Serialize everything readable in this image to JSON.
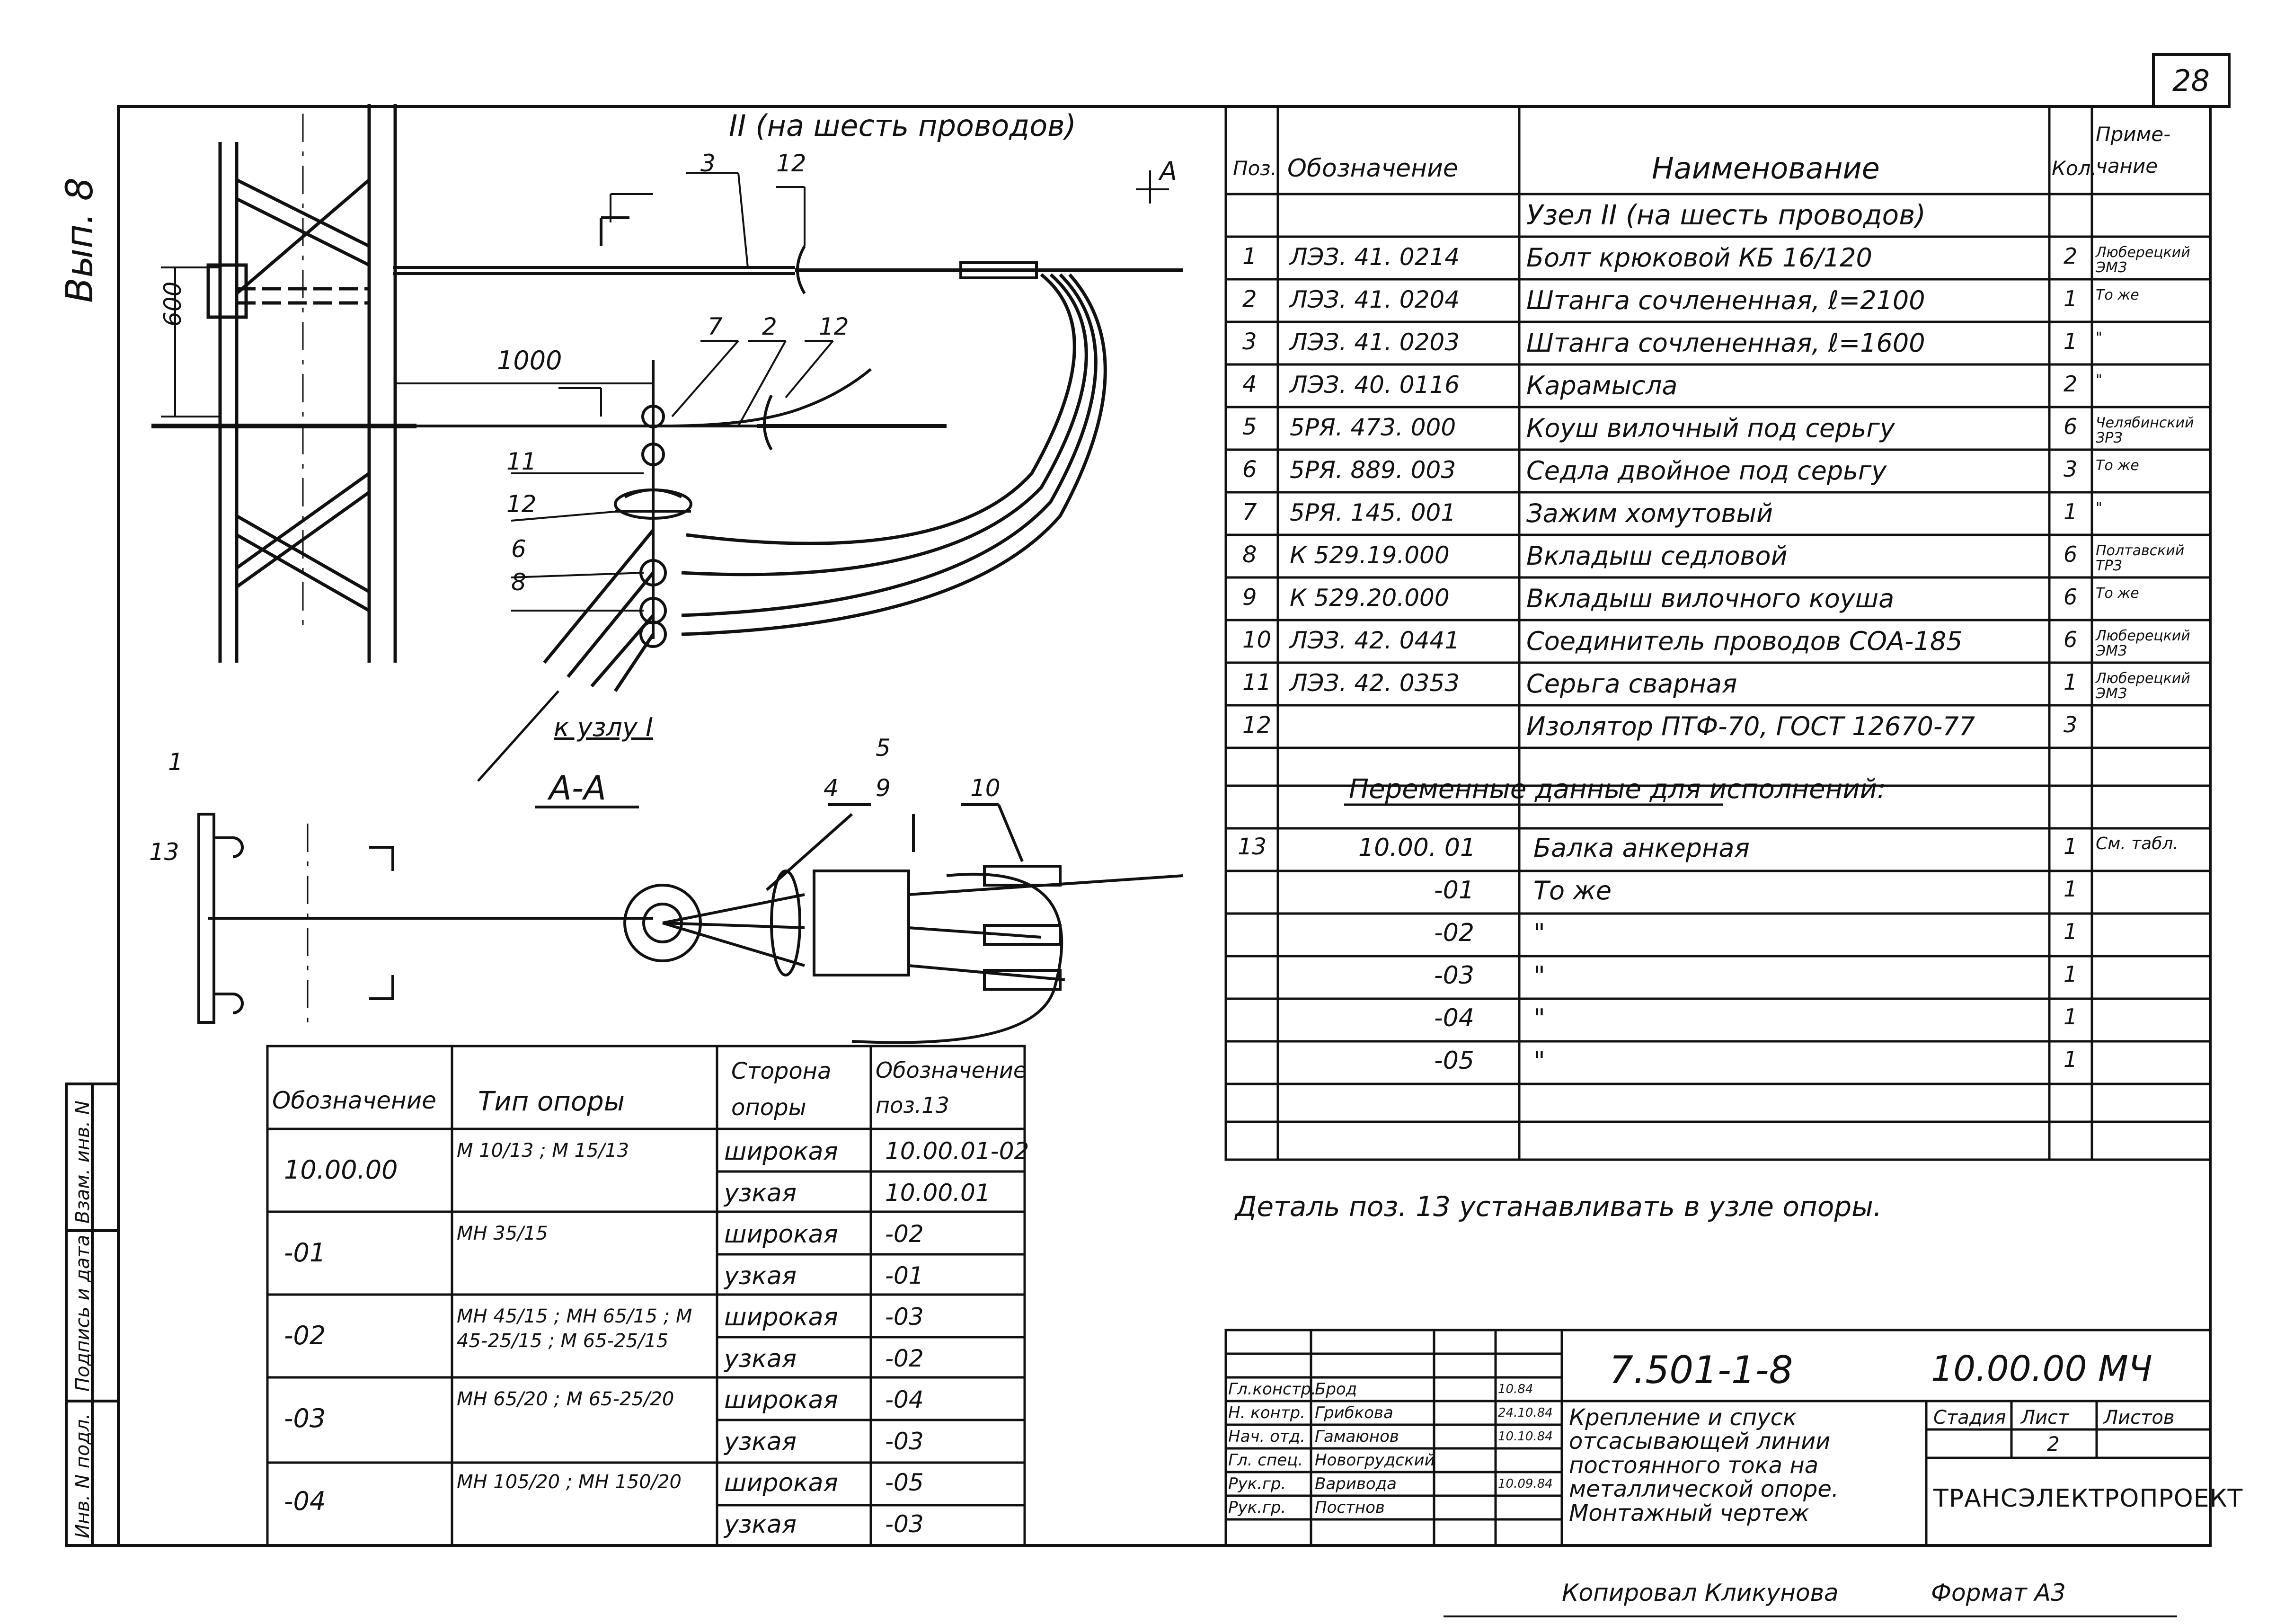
{
  "sheet": {
    "page_number": "28",
    "side_label": "Вып. 8",
    "left_stamp": [
      "Инв. N подл.",
      "Подпись и дата",
      "Взам. инв. N"
    ]
  },
  "drawing": {
    "node_title": "II (на шесть проводов)",
    "section_label": "А-А",
    "section_marker": "А",
    "to_node_label": "к узлу I",
    "dims": {
      "d600": "600",
      "d1000": "1000"
    },
    "callouts": [
      "3",
      "12",
      "7",
      "2",
      "12",
      "11",
      "12",
      "6",
      "8",
      "1",
      "13",
      "4",
      "9",
      "5",
      "10"
    ]
  },
  "spec": {
    "headers": {
      "pos": "Поз.",
      "designation": "Обозначение",
      "name": "Наименование",
      "qty": "Кол.",
      "note": "Приме-чание"
    },
    "group_title": "Узел II (на шесть проводов)",
    "rows": [
      {
        "pos": "1",
        "des": "ЛЭЗ. 41. 0214",
        "name": "Болт крюковой КБ 16/120",
        "qty": "2",
        "note": "Люберецкий ЭМЗ"
      },
      {
        "pos": "2",
        "des": "ЛЭЗ. 41. 0204",
        "name": "Штанга сочлененная, ℓ=2100",
        "qty": "1",
        "note": "То же"
      },
      {
        "pos": "3",
        "des": "ЛЭЗ. 41. 0203",
        "name": "Штанга сочлененная, ℓ=1600",
        "qty": "1",
        "note": "\""
      },
      {
        "pos": "4",
        "des": "ЛЭЗ. 40. 0116",
        "name": "Карамысла",
        "qty": "2",
        "note": "\""
      },
      {
        "pos": "5",
        "des": "5РЯ. 473. 000",
        "name": "Коуш вилочный под серьгу",
        "qty": "6",
        "note": "Челябинский ЗРЗ"
      },
      {
        "pos": "6",
        "des": "5РЯ. 889. 003",
        "name": "Седла двойное под серьгу",
        "qty": "3",
        "note": "То же"
      },
      {
        "pos": "7",
        "des": "5РЯ. 145. 001",
        "name": "Зажим хомутовый",
        "qty": "1",
        "note": "\""
      },
      {
        "pos": "8",
        "des": "К 529.19.000",
        "name": "Вкладыш седловой",
        "qty": "6",
        "note": "Полтавский ТРЗ"
      },
      {
        "pos": "9",
        "des": "К 529.20.000",
        "name": "Вкладыш вилочного коуша",
        "qty": "6",
        "note": "То же"
      },
      {
        "pos": "10",
        "des": "ЛЭЗ. 42. 0441",
        "name": "Соединитель проводов СОА-185",
        "qty": "6",
        "note": "Люберецкий ЭМЗ"
      },
      {
        "pos": "11",
        "des": "ЛЭЗ. 42. 0353",
        "name": "Серьга сварная",
        "qty": "1",
        "note": "Люберецкий ЭМЗ"
      },
      {
        "pos": "12",
        "des": "",
        "name": "Изолятор ПТФ-70, ГОСТ 12670-77",
        "qty": "3",
        "note": ""
      }
    ],
    "variable_title": "Переменные данные для исполнений:",
    "variable_rows": [
      {
        "pos": "13",
        "des": "10.00. 01",
        "name": "Балка анкерная",
        "qty": "1",
        "note": "См. табл."
      },
      {
        "pos": "",
        "des": "-01",
        "name": "То же",
        "qty": "1",
        "note": ""
      },
      {
        "pos": "",
        "des": "-02",
        "name": "\"",
        "qty": "1",
        "note": ""
      },
      {
        "pos": "",
        "des": "-03",
        "name": "\"",
        "qty": "1",
        "note": ""
      },
      {
        "pos": "",
        "des": "-04",
        "name": "\"",
        "qty": "1",
        "note": ""
      },
      {
        "pos": "",
        "des": "-05",
        "name": "\"",
        "qty": "1",
        "note": ""
      }
    ],
    "note": "Деталь поз. 13 устанавливать в узле опоры."
  },
  "support_table": {
    "headers": {
      "des": "Обозначение",
      "type": "Тип опоры",
      "side": "Сторона опоры",
      "pos13": "Обозначение поз.13"
    },
    "rows": [
      {
        "des": "10.00.00",
        "type": "М 10/13 ; М 15/13",
        "sides": [
          {
            "side": "широкая",
            "pos13": "10.00.01-02"
          },
          {
            "side": "узкая",
            "pos13": "10.00.01"
          }
        ]
      },
      {
        "des": "-01",
        "type": "МН 35/15",
        "sides": [
          {
            "side": "широкая",
            "pos13": "-02"
          },
          {
            "side": "узкая",
            "pos13": "-01"
          }
        ]
      },
      {
        "des": "-02",
        "type": "МН 45/15 ; МН 65/15 ; М 45-25/15 ; М 65-25/15",
        "sides": [
          {
            "side": "широкая",
            "pos13": "-03"
          },
          {
            "side": "узкая",
            "pos13": "-02"
          }
        ]
      },
      {
        "des": "-03",
        "type": "МН 65/20 ; М 65-25/20",
        "sides": [
          {
            "side": "широкая",
            "pos13": "-04"
          },
          {
            "side": "узкая",
            "pos13": "-03"
          }
        ]
      },
      {
        "des": "-04",
        "type": "МН 105/20 ; МН 150/20",
        "sides": [
          {
            "side": "широкая",
            "pos13": "-05"
          },
          {
            "side": "узкая",
            "pos13": "-03"
          }
        ]
      }
    ]
  },
  "title_block": {
    "doc_code": "7.501-1-8",
    "doc_mark": "10.00.00 МЧ",
    "title": "Крепление и спуск отсасывающей линии постоянного тока на металлической опоре. Монтажный чертеж",
    "stage_label": "Стадия",
    "sheet_label": "Лист",
    "sheets_label": "Листов",
    "sheet_value": "2",
    "org": "ТРАНСЭЛЕКТРОПРОЕКТ",
    "roles": [
      {
        "role": "Гл.констр.",
        "name": "Брод",
        "date": "10.84"
      },
      {
        "role": "Н. контр.",
        "name": "Грибкова",
        "date": "24.10.84"
      },
      {
        "role": "Нач. отд.",
        "name": "Гамаюнов",
        "date": "10.10.84"
      },
      {
        "role": "Гл. спец.",
        "name": "Новогрудский",
        "date": ""
      },
      {
        "role": "Рук.гр.",
        "name": "Варивода",
        "date": "10.09.84"
      },
      {
        "role": "Рук.гр.",
        "name": "Постнов",
        "date": ""
      }
    ]
  },
  "footer": {
    "copied": "Копировал Кликунова",
    "format": "Формат А3"
  }
}
